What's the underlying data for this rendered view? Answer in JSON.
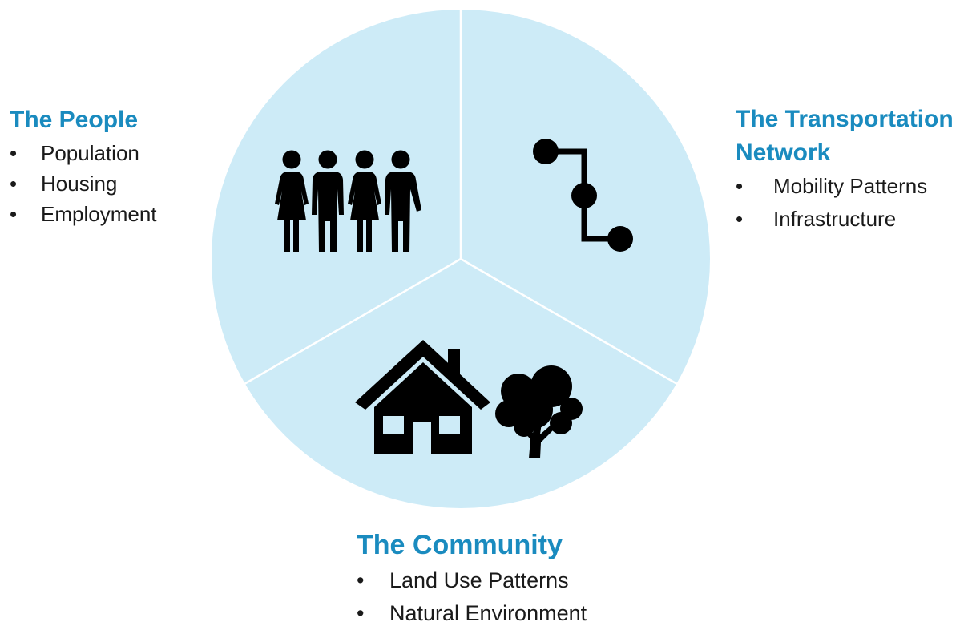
{
  "colors": {
    "sector_fill": "#cdebf7",
    "divider": "#ffffff",
    "heading": "#1a8bbf",
    "icon": "#000000",
    "text": "#1a1a1a"
  },
  "sectors": [
    {
      "icon": "people-icon"
    },
    {
      "icon": "route-icon"
    },
    {
      "icon": "house-icon",
      "secondary_icon": "tree-icon"
    }
  ],
  "groups": {
    "people": {
      "title": "The People",
      "items": [
        "Population",
        "Housing",
        "Employment"
      ]
    },
    "transport": {
      "title_line1": "The Transportation",
      "title_line2": "Network",
      "items": [
        "Mobility Patterns",
        "Infrastructure"
      ]
    },
    "community": {
      "title": "The Community",
      "items": [
        "Land Use Patterns",
        "Natural Environment"
      ]
    }
  },
  "bullet": "•"
}
